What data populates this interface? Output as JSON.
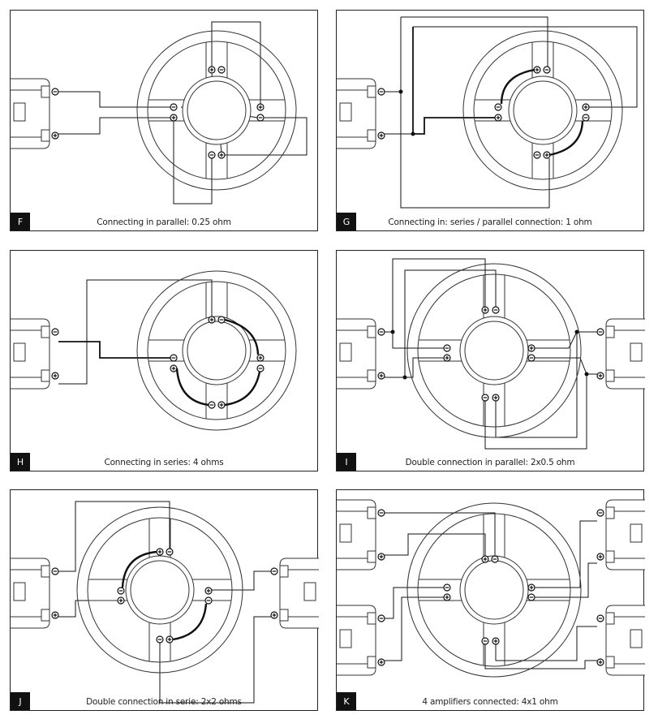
{
  "panels": [
    {
      "letter": "F",
      "caption": "Connecting in parallel: 0.25 ohm"
    },
    {
      "letter": "G",
      "caption": "Connecting in: series / parallel connection: 1 ohm"
    },
    {
      "letter": "H",
      "caption": "Connecting in series: 4 ohms"
    },
    {
      "letter": "I",
      "caption": "Double connection in parallel: 2x0.5 ohm"
    },
    {
      "letter": "J",
      "caption": "Double connection in serie: 2x2 ohms"
    },
    {
      "letter": "K",
      "caption": "4 amplifiers connected: 4x1 ohm"
    }
  ],
  "symbols": {
    "plus": "+",
    "minus": "−"
  }
}
